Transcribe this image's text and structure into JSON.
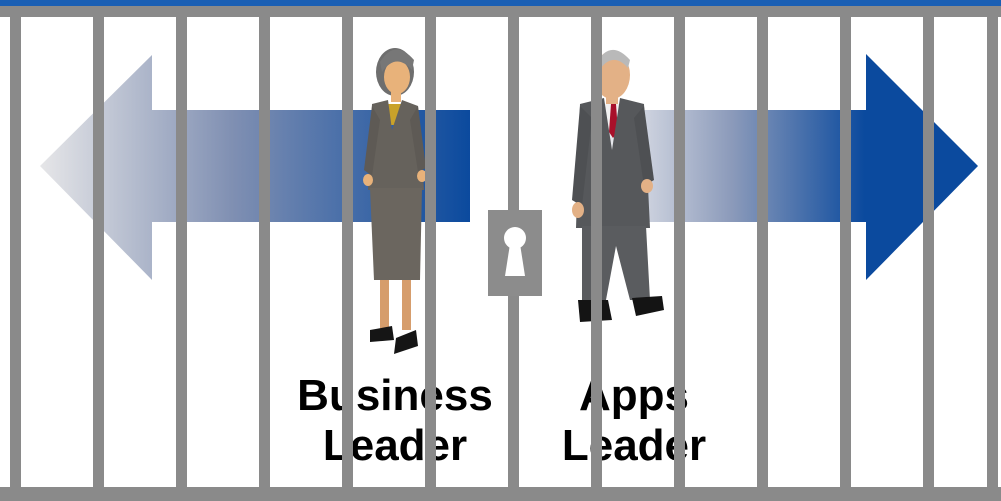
{
  "figure": {
    "people": [
      {
        "id": "business",
        "label_line1": "Business",
        "label_line2": "Leader"
      },
      {
        "id": "apps",
        "label_line1": "Apps",
        "label_line2": "Leader"
      }
    ],
    "icons": {
      "lock": "keyhole-icon",
      "left_arrow": "arrow-left-icon",
      "right_arrow": "arrow-right-icon"
    },
    "colors": {
      "arrow_blue": "#0b4a9e",
      "bar_gray": "#8a8a8a",
      "frame_gray": "#8a8a8a",
      "lock_gray": "#8c8c8c",
      "top_strip_blue": "#1a5fb4"
    }
  }
}
